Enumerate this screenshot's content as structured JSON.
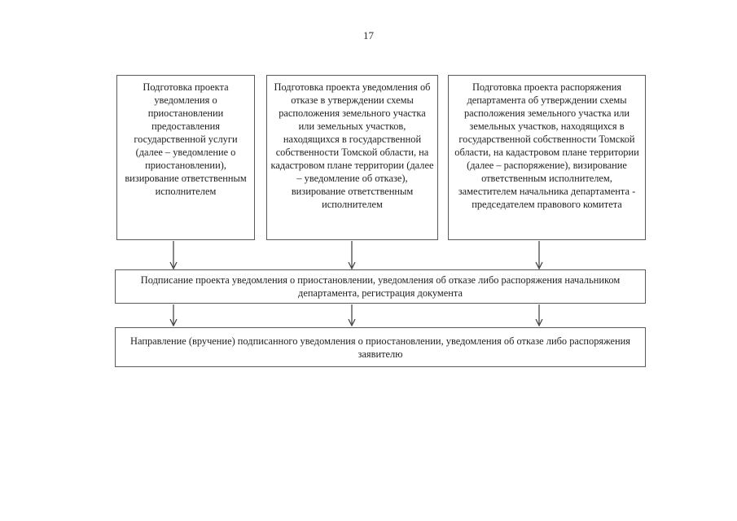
{
  "page": {
    "number": "17"
  },
  "flowchart": {
    "top_boxes": [
      {
        "text": "Подготовка проекта уведомления о приостановлении предоставления государственной услуги (далее – уведомление о приостановлении), визирование ответственным исполнителем"
      },
      {
        "text": "Подготовка проекта уведомления об отказе в утверждении схемы расположения земельного участка или земельных участков, находящихся в государственной собственности Томской области, на кадастровом плане территории (далее – уведомление об отказе), визирование ответственным исполнителем"
      },
      {
        "text": "Подготовка проекта распоряжения департамента об утверждении схемы расположения земельного участка или земельных участков, находящихся в государственной собственности Томской области, на кадастровом плане территории (далее – распоряжение), визирование ответственным исполнителем, заместителем начальника департамента - председателем правового комитета"
      }
    ],
    "signing_box": {
      "text": "Подписание проекта уведомления о приостановлении, уведомления об отказе либо распоряжения начальником департамента, регистрация документа"
    },
    "delivery_box": {
      "text": "Направление (вручение) подписанного уведомления о приостановлении, уведомления об отказе либо распоряжения заявителю"
    }
  },
  "colors": {
    "box_border": "#5a5a5a",
    "arrow": "#3a3a3a",
    "text": "#1f1f1f",
    "page_background": "#ffffff"
  }
}
